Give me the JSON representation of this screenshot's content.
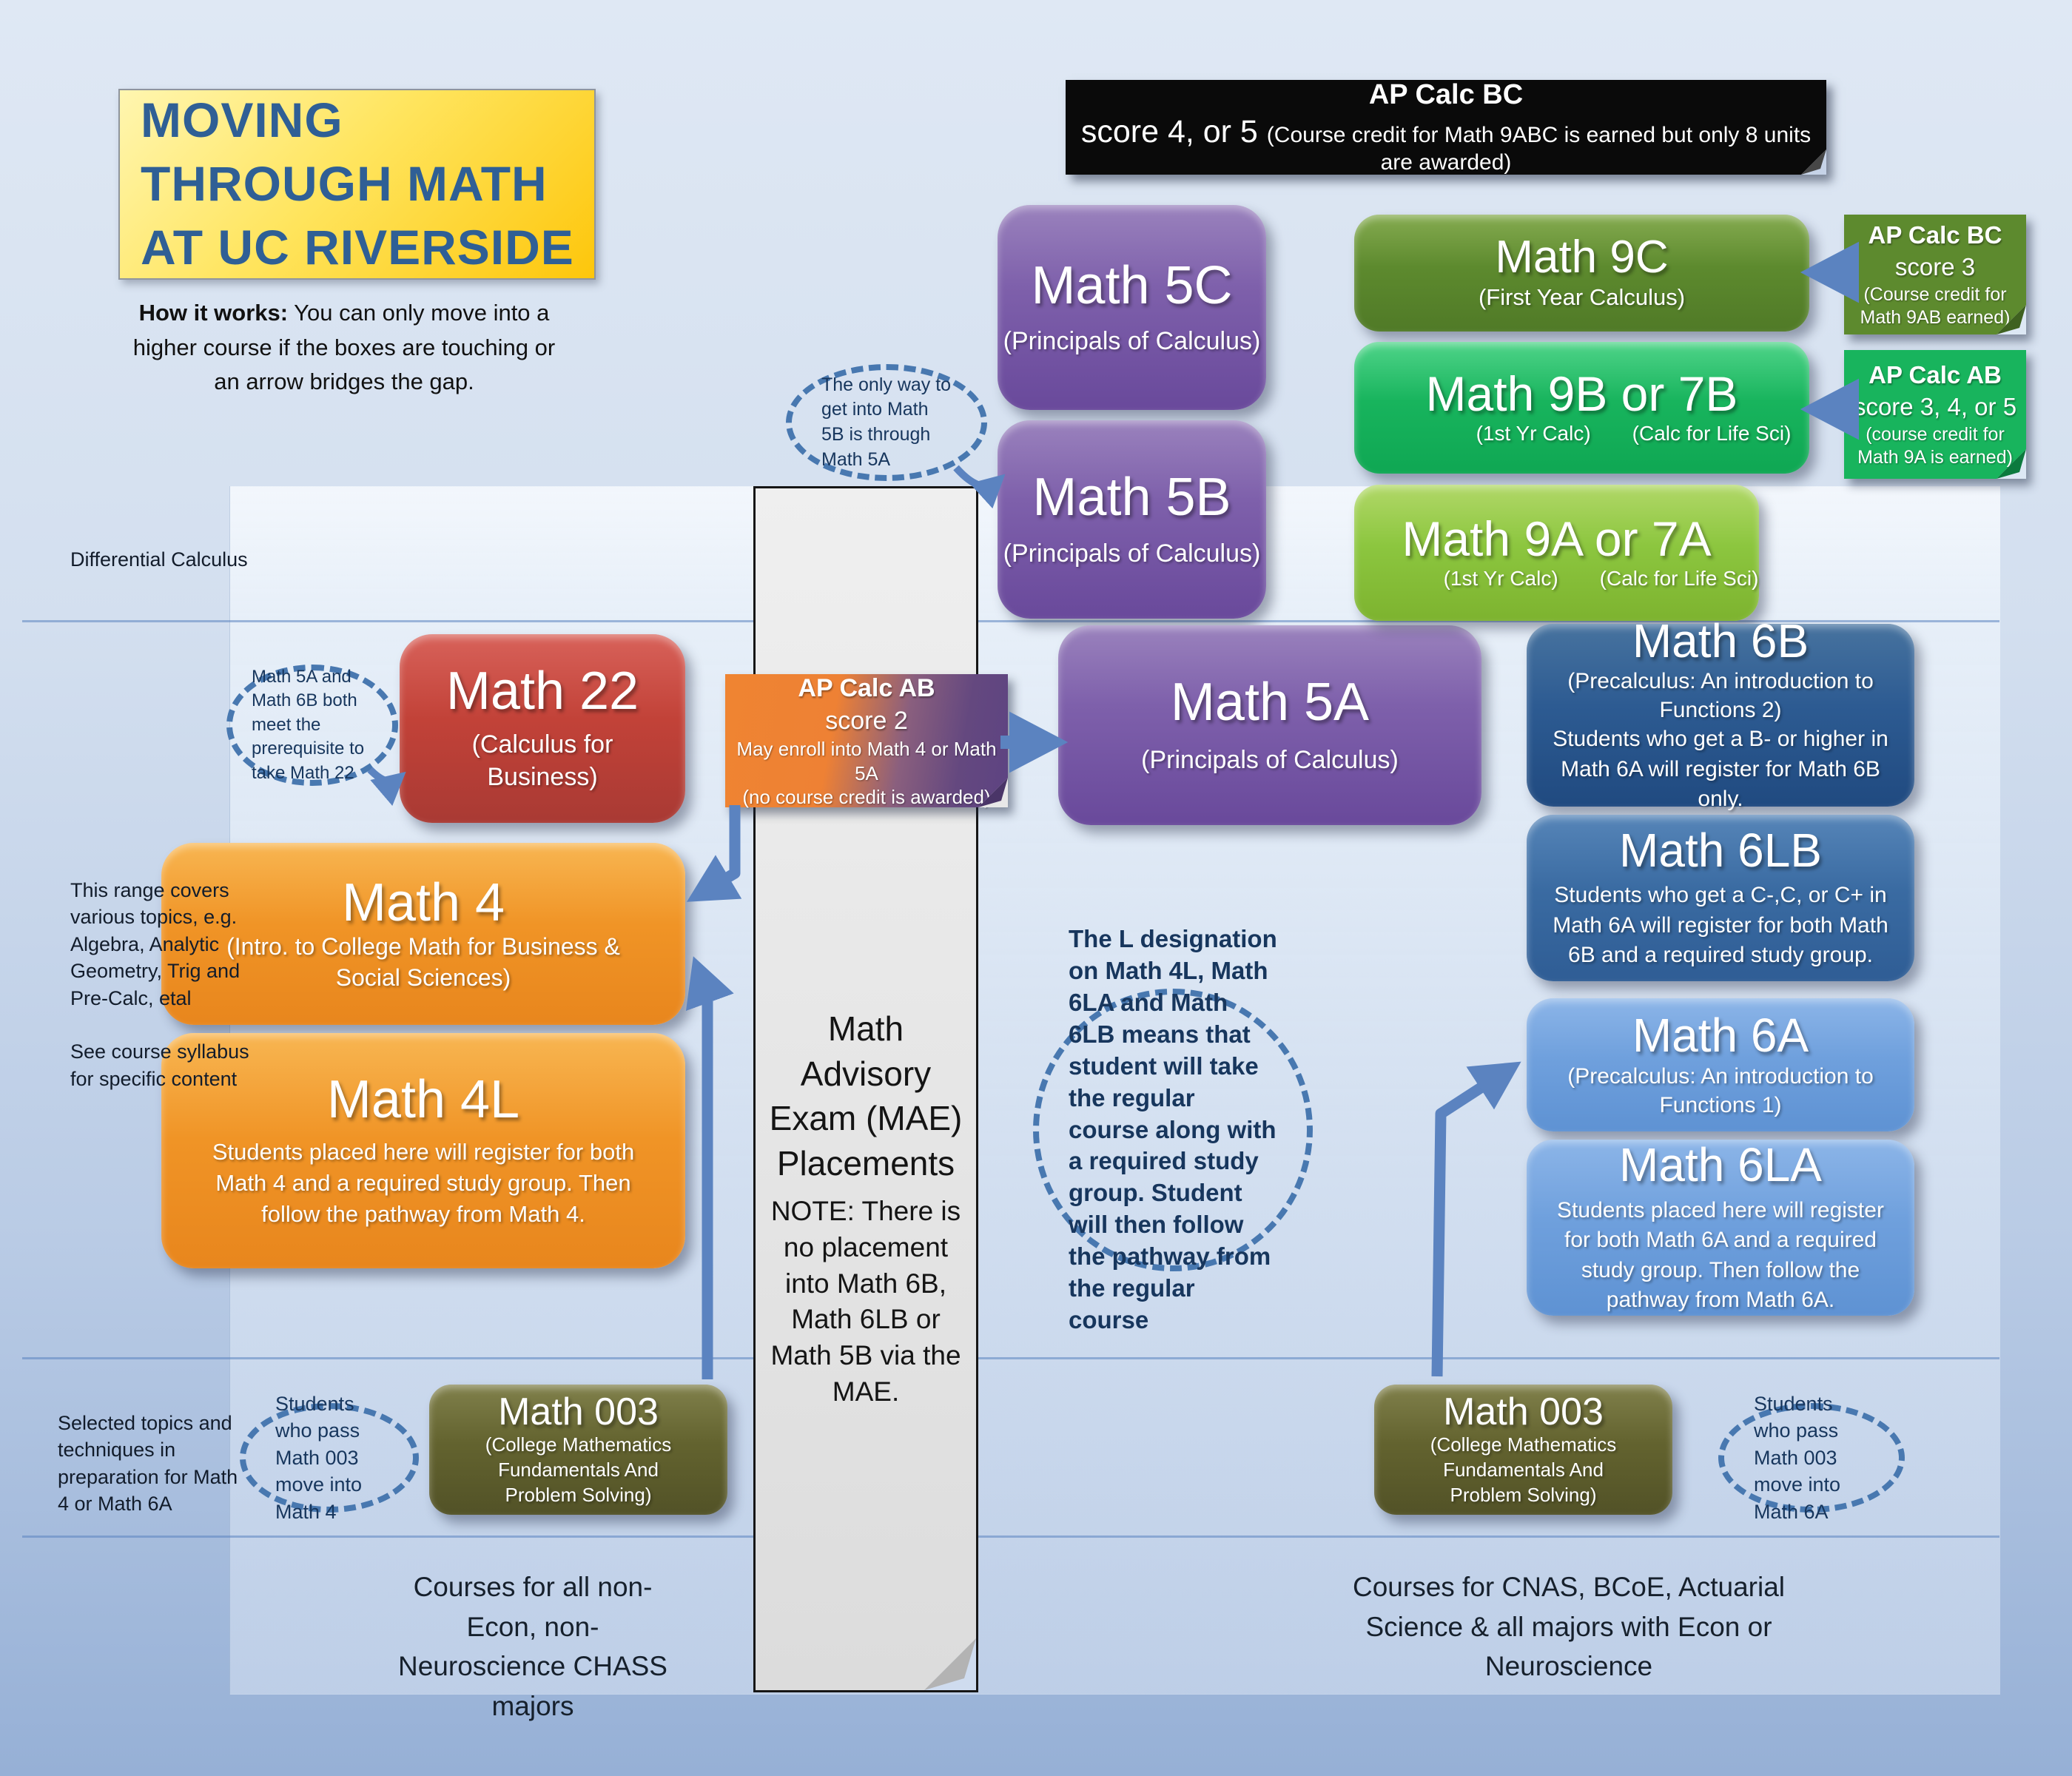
{
  "colors": {
    "arrow": "#5b83c0",
    "purple": "#7a5ca8",
    "green_dark": "#5d8a2e",
    "green_bright": "#18b45d",
    "green_yellow": "#8cc63f",
    "red": "#c24238",
    "orange": "#f09426",
    "blue_dark": "#2d5b92",
    "blue_mid": "#3a6ba2",
    "blue_light": "#6fa0dd",
    "olive": "#63632f",
    "title_bg": "#ffd82b",
    "title_text": "#2f5f95",
    "banner_bg": "#0a0a0a",
    "cloud_border": "#4878b0"
  },
  "title_box": {
    "text": "MOVING\nTHROUGH MATH\nAT UC RIVERSIDE"
  },
  "intro": {
    "bold": "How it works:",
    "text": " You can only move into a higher course if the boxes are touching or an arrow bridges the gap."
  },
  "banner_bc": {
    "title": "AP Calc BC",
    "score": "score 4, or 5 ",
    "detail": "(Course credit for Math 9ABC is earned but only 8 units are awarded)"
  },
  "boxes": {
    "math5c": {
      "title": "Math 5C",
      "subtitle": "(Principals of Calculus)"
    },
    "math5b": {
      "title": "Math 5B",
      "subtitle": "(Principals of Calculus)"
    },
    "math5a": {
      "title": "Math 5A",
      "subtitle": "(Principals of Calculus)"
    },
    "math9c": {
      "title": "Math 9C",
      "subtitle": "(First Year Calculus)"
    },
    "math9b": {
      "title": "Math 9B or 7B",
      "sub1": "(1st Yr Calc)",
      "sub2": "(Calc for Life Sci)"
    },
    "math9a": {
      "title": "Math 9A or 7A",
      "sub1": "(1st Yr Calc)",
      "sub2": "(Calc for Life Sci)"
    },
    "math22": {
      "title": "Math 22",
      "subtitle": "(Calculus for Business)"
    },
    "math4": {
      "title": "Math 4",
      "subtitle": "(Intro. to College Math for Business & Social Sciences)"
    },
    "math4l": {
      "title": "Math 4L",
      "body": "Students placed here will register for both Math 4 and a required study group. Then follow the pathway from Math 4."
    },
    "math6b": {
      "title": "Math 6B",
      "subtitle": "(Precalculus: An introduction to Functions 2)",
      "body": "Students who get a B- or higher in Math 6A will register for Math 6B only."
    },
    "math6lb": {
      "title": "Math 6LB",
      "body": "Students who get a C-,C, or C+ in Math 6A will register for both Math 6B and a required study group."
    },
    "math6a": {
      "title": "Math 6A",
      "subtitle": "(Precalculus: An introduction to Functions 1)"
    },
    "math6la": {
      "title": "Math 6LA",
      "body": "Students placed here will register for both Math 6A and a required study group. Then follow the pathway from Math 6A."
    },
    "math003_left": {
      "title": "Math 003",
      "subtitle": "(College Mathematics Fundamentals And Problem Solving)"
    },
    "math003_right": {
      "title": "Math 003",
      "subtitle": "(College Mathematics Fundamentals And Problem Solving)"
    }
  },
  "notes": {
    "bc3": {
      "title": "AP Calc BC",
      "score": "score 3",
      "detail": "(Course credit for Math 9AB earned)"
    },
    "ab345": {
      "title": "AP Calc AB",
      "score": "score 3, 4, or 5",
      "detail": "(course credit for Math 9A is earned)"
    },
    "ab2": {
      "title": "AP Calc AB",
      "score": "score 2",
      "line1": "May enroll into Math 4 or Math 5A",
      "line2": "(no course credit is awarded)"
    }
  },
  "mae": {
    "heading": "Math Advisory Exam (MAE) Placements",
    "note": "NOTE: There is no placement into Math 6B, Math 6LB or Math 5B via the MAE."
  },
  "clouds": {
    "into5b": "The only way to get into Math 5B is through Math 5A",
    "prereq22": "Math 5A and Math 6B both meet the prerequisite to take Math 22",
    "l_designation": "The L designation on Math 4L, Math 6LA and Math 6LB means that student will take the regular course along with a required study group. Student will then follow the pathway from the regular course",
    "pass003_math4": "Students who pass Math 003 move into Math 4",
    "pass003_math6a": "Students who pass Math 003 move into Math 6A"
  },
  "side_labels": {
    "diff_calc": "Differential Calculus",
    "range": "This range covers various topics, e.g. Algebra, Analytic Geometry, Trig and Pre-Calc, etal",
    "range2": "See course syllabus for specific content",
    "selected": "Selected topics and techniques in preparation for Math 4 or Math 6A"
  },
  "captions": {
    "left": "Courses for all non-Econ, non-Neuroscience CHASS majors",
    "right": "Courses for CNAS, BCoE, Actuarial Science & all majors with Econ or Neuroscience"
  }
}
